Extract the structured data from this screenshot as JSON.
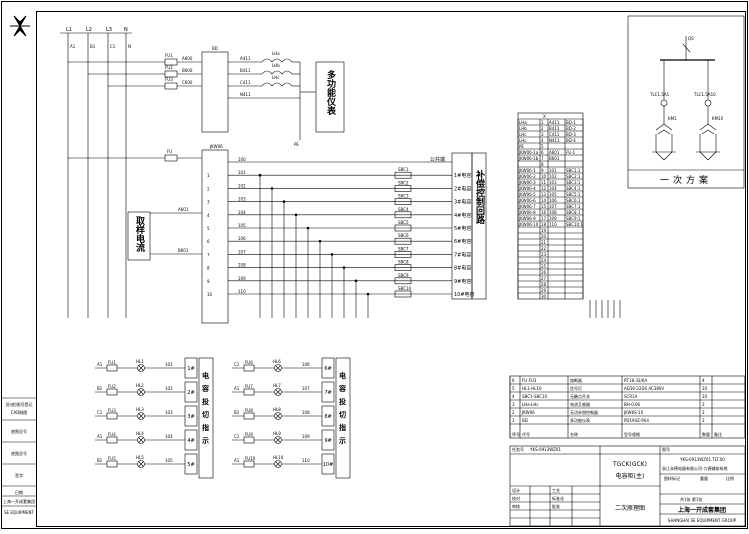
{
  "buses": [
    "L1",
    "L2",
    "L3",
    "N"
  ],
  "bus_tags": [
    "A1",
    "B1",
    "C1",
    "N"
  ],
  "top_section": {
    "fuses": [
      "FU1",
      "FU2",
      "FU3"
    ],
    "phase_tags": [
      "A600",
      "B600",
      "C600"
    ],
    "meter_terminal_tag": "BD",
    "terminal_tags": [
      "A411",
      "B411",
      "C411",
      "N411"
    ],
    "ct_tags": [
      "LHa",
      "LHb",
      "LHc"
    ],
    "multifunction_meter": "多功能仪表",
    "pe_tag": "PE"
  },
  "controller": {
    "fuse": "FU",
    "tag": "JKW06",
    "input_tags": [
      "A601",
      "B601"
    ],
    "outputs": [
      "1",
      "2",
      "3",
      "4",
      "5",
      "6",
      "7",
      "8",
      "9",
      "10"
    ],
    "wire_tags": [
      "100",
      "101",
      "102",
      "103",
      "104",
      "105",
      "106",
      "107",
      "108",
      "109",
      "110"
    ],
    "sampling_current": "取样电流",
    "switch_tags": [
      "SBC1",
      "SBC2",
      "SBC3",
      "SBC4",
      "SBC5",
      "SBC6",
      "SBC7",
      "SBC8",
      "SBC9",
      "SBC10"
    ],
    "circuit_labels": [
      "公共端",
      "1#电容",
      "2#电容",
      "3#电容",
      "4#电容",
      "5#电容",
      "6#电容",
      "7#电容",
      "8#电容",
      "9#电容",
      "10#电容"
    ],
    "control_loop": "补偿控制回路"
  },
  "terminal_block": {
    "header": "X",
    "rows": [
      [
        "LHa",
        "1",
        "A411",
        "BD-1"
      ],
      [
        "LHb",
        "2",
        "B411",
        "BD-2"
      ],
      [
        "LHc",
        "3",
        "C411",
        "BD-3"
      ],
      [
        "LHc",
        "4",
        "N411",
        "BD-4"
      ],
      [
        "PE",
        "5",
        "",
        ""
      ],
      [
        "JKW06-1a",
        "6",
        "A601",
        "FU-1"
      ],
      [
        "JKW06-1b",
        "7",
        "B601",
        ""
      ],
      [
        "",
        "8",
        "",
        ""
      ],
      [
        "JKW06-1",
        "9",
        "101",
        "SBC1:1"
      ],
      [
        "JKW06-2",
        "10",
        "102",
        "SBC2:1"
      ],
      [
        "JKW06-3",
        "11",
        "103",
        "SBC3:1"
      ],
      [
        "JKW06-4",
        "12",
        "104",
        "SBC4:1"
      ],
      [
        "JKW06-5",
        "13",
        "105",
        "SBC5:1"
      ],
      [
        "JKW06-6",
        "14",
        "106",
        "SBC6:1"
      ],
      [
        "JKW06-7",
        "15",
        "107",
        "SBC7:1"
      ],
      [
        "JKW06-8",
        "16",
        "108",
        "SBC8:1"
      ],
      [
        "JKW06-9",
        "17",
        "109",
        "SBC9:1"
      ],
      [
        "JKW06-10",
        "18",
        "110",
        "SBC10:1"
      ],
      [
        "",
        "19",
        "",
        ""
      ],
      [
        "",
        "20",
        "",
        ""
      ],
      [
        "",
        "21",
        "",
        ""
      ],
      [
        "",
        "22",
        "",
        ""
      ],
      [
        "",
        "23",
        "",
        ""
      ],
      [
        "",
        "24",
        "",
        ""
      ],
      [
        "",
        "25",
        "",
        ""
      ],
      [
        "",
        "26",
        "",
        ""
      ],
      [
        "",
        "27",
        "",
        ""
      ],
      [
        "",
        "28",
        "",
        ""
      ],
      [
        "",
        "29",
        "",
        ""
      ],
      [
        "",
        "30",
        "",
        ""
      ]
    ]
  },
  "primary_scheme": {
    "qs_tag": "QS",
    "left_tags": [
      "TLC1.5A1",
      "KM1"
    ],
    "right_tags": [
      "TLC1.5A10",
      "KM10"
    ],
    "title": "一次方案"
  },
  "indicator_panels": [
    {
      "rows": [
        {
          "fu": "FU1",
          "hl": "HL1",
          "code": "A1",
          "num": "101"
        },
        {
          "fu": "FU2",
          "hl": "HL2",
          "code": "B1",
          "num": "102"
        },
        {
          "fu": "FU3",
          "hl": "HL3",
          "code": "C1",
          "num": "103"
        },
        {
          "fu": "FU4",
          "hl": "HL4",
          "code": "A1",
          "num": "104"
        },
        {
          "fu": "FU5",
          "hl": "HL5",
          "code": "B1",
          "num": "105"
        }
      ],
      "numbers": [
        "1#",
        "2#",
        "3#",
        "4#",
        "5#"
      ],
      "title": "电容投切指示"
    },
    {
      "rows": [
        {
          "fu": "FU6",
          "hl": "HL6",
          "code": "C1",
          "num": "106"
        },
        {
          "fu": "FU7",
          "hl": "HL7",
          "code": "A1",
          "num": "107"
        },
        {
          "fu": "FU8",
          "hl": "HL8",
          "code": "B1",
          "num": "108"
        },
        {
          "fu": "FU9",
          "hl": "HL9",
          "code": "C1",
          "num": "109"
        },
        {
          "fu": "FU10",
          "hl": "HL10",
          "code": "A1",
          "num": "110"
        }
      ],
      "numbers": [
        "6#",
        "7#",
        "8#",
        "9#",
        "10#"
      ],
      "title": "电容投切指示"
    }
  ],
  "parts_list": {
    "rows": [
      [
        "6",
        "FU-FU3",
        "熔断器",
        "RT18-32/6A",
        "4",
        ""
      ],
      [
        "5",
        "HL1-HL10",
        "信号灯",
        "AD16-22DS  AC380V",
        "10",
        ""
      ],
      [
        "4",
        "SBC1-SBC10",
        "无触点开关",
        "SCR1A",
        "10",
        ""
      ],
      [
        "3",
        "LHa-LHc",
        "电流互感器",
        "BH-0.66",
        "3",
        ""
      ],
      [
        "2",
        "JKW06",
        "无功补偿控制器",
        "JKW6S-10",
        "1",
        ""
      ],
      [
        "1",
        "BD",
        "多功能仪表",
        "PD194Z-9S4",
        "1",
        ""
      ]
    ],
    "headers": [
      "序号",
      "代号",
      "名称",
      "型号规格",
      "数量",
      "备注"
    ]
  },
  "title_block": {
    "task_no_label": "任务号",
    "task_no": "YKS-0913WZ01",
    "drawing_no_label": "图号",
    "drawing_no": "YKS-0913WZ01.TLT.00",
    "product_title": "TGCK(GCK)",
    "product_subtitle": "电容柜(主)",
    "drawing_name": "二次原理图",
    "customer": "浙江永德电器有限公司-九德辅助系统",
    "sign_labels": [
      "设计",
      "校对",
      "审核",
      "工艺",
      "标准化",
      "批准"
    ],
    "stage_labels": [
      "图样标记",
      "重量",
      "比例"
    ],
    "sheet_info": "共1张  第1张",
    "company": "上海一开成套集团",
    "company_en": "SHANGHAI SE EQUIPMENT GROUP"
  },
  "left_sidebar": {
    "items": [
      "旧(底)图号登记",
      "CAD制图",
      "底图总号",
      "底图总号",
      "签字",
      "日期"
    ],
    "bottom": [
      "上海一开成套集团",
      "SE EQUIPMENT"
    ]
  }
}
